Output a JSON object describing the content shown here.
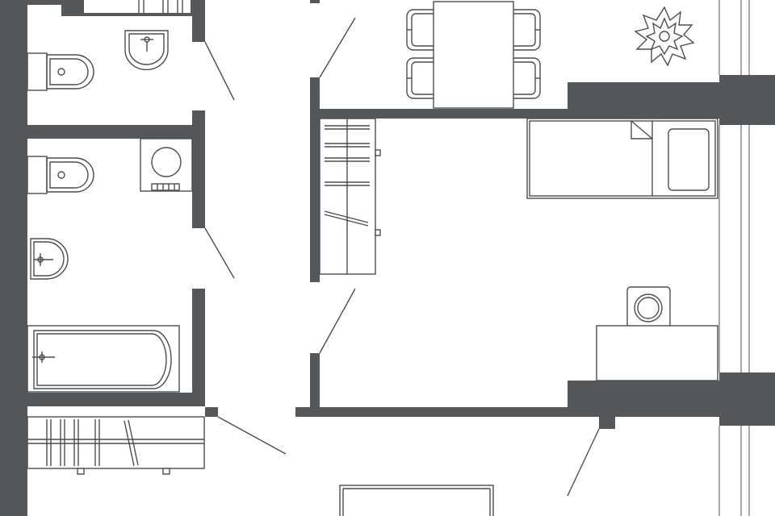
{
  "colors": {
    "wall": "#55585b",
    "line": "#4a4d50",
    "background": "#ffffff"
  },
  "plan": {
    "rooms": [
      {
        "id": "wc",
        "kind": "toilet room"
      },
      {
        "id": "bathroom",
        "kind": "bathroom"
      },
      {
        "id": "bedroom",
        "kind": "bedroom"
      },
      {
        "id": "dining",
        "kind": "dining area"
      },
      {
        "id": "hallway",
        "kind": "hallway"
      },
      {
        "id": "storage",
        "kind": "storage"
      }
    ],
    "furniture_icons": [
      "toilet-icon",
      "sink-icon",
      "bidet-icon",
      "washing-machine-icon",
      "bathtub-icon",
      "bed-icon",
      "wardrobe-icon",
      "desk-icon",
      "chair-icon",
      "dining-table-icon",
      "plant-icon",
      "shelf-icon",
      "door-swing-icon"
    ]
  }
}
